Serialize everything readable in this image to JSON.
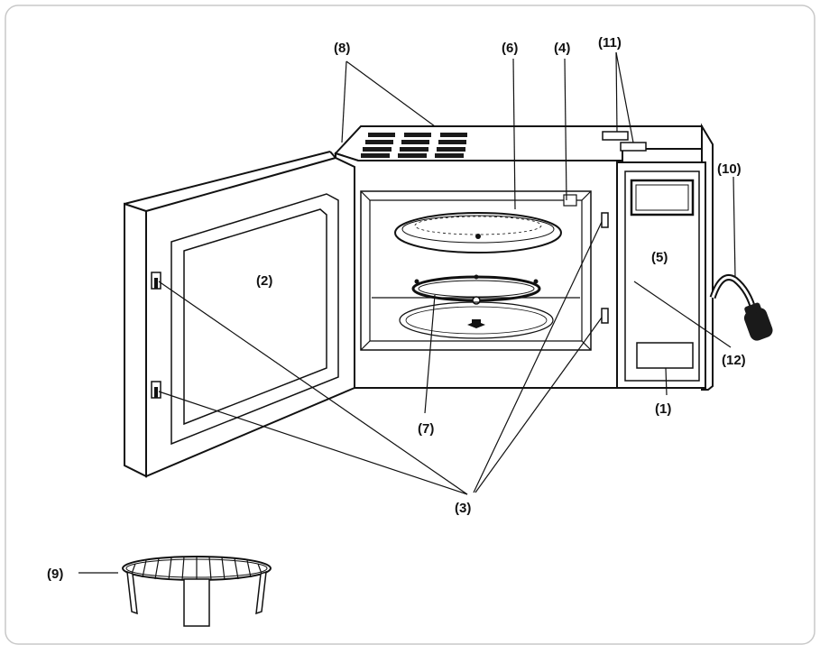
{
  "colors": {
    "ink": "#111111",
    "frame": "#c8c8c8",
    "background": "#ffffff",
    "plug": "#1a1a1a"
  },
  "labels": {
    "l1": "(1)",
    "l2": "(2)",
    "l3": "(3)",
    "l4": "(4)",
    "l5": "(5)",
    "l6": "(6)",
    "l7": "(7)",
    "l8": "(8)",
    "l9": "(9)",
    "l10": "(10)",
    "l11": "(11)",
    "l12": "(12)"
  }
}
